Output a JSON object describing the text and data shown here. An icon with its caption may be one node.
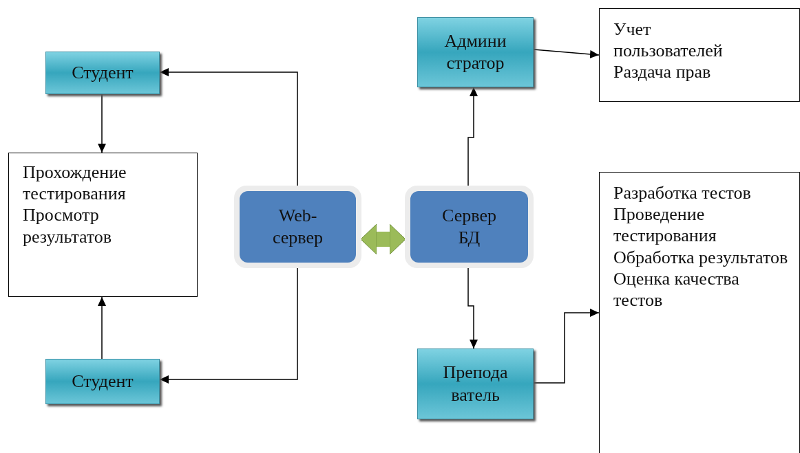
{
  "diagram": {
    "nodes": [
      {
        "text": [
          "Студент"
        ]
      },
      {
        "text": [
          "Прохождение тестирования",
          "Просмотр результатов"
        ]
      },
      {
        "text": [
          "Студент"
        ]
      },
      {
        "text": [
          "Web- сервер"
        ]
      },
      {
        "text": [
          "Сервер БД"
        ]
      },
      {
        "text": [
          "Админи стратор"
        ]
      },
      {
        "text": [
          "Учет пользователей",
          "Раздача прав"
        ]
      },
      {
        "text": [
          "Разработка тестов",
          "Проведение тестирования",
          "Обработка результатов",
          "Оценка качества тестов"
        ]
      },
      {
        "text": [
          "Препода ватель"
        ]
      }
    ],
    "edges": [
      {
        "from": 3,
        "to": 0,
        "arrow": "to"
      },
      {
        "from": 3,
        "to": 2,
        "arrow": "to"
      },
      {
        "from": 0,
        "to": 1,
        "arrow": "to"
      },
      {
        "from": 2,
        "to": 1,
        "arrow": "to"
      },
      {
        "from": 3,
        "to": 4,
        "arrow": "both",
        "style": "thick",
        "color": "#9bbb59"
      },
      {
        "from": 4,
        "to": 5,
        "arrow": "to"
      },
      {
        "from": 5,
        "to": 6,
        "arrow": "to"
      },
      {
        "from": 4,
        "to": 8,
        "arrow": "to"
      },
      {
        "from": 8,
        "to": 7,
        "arrow": "to"
      }
    ]
  }
}
